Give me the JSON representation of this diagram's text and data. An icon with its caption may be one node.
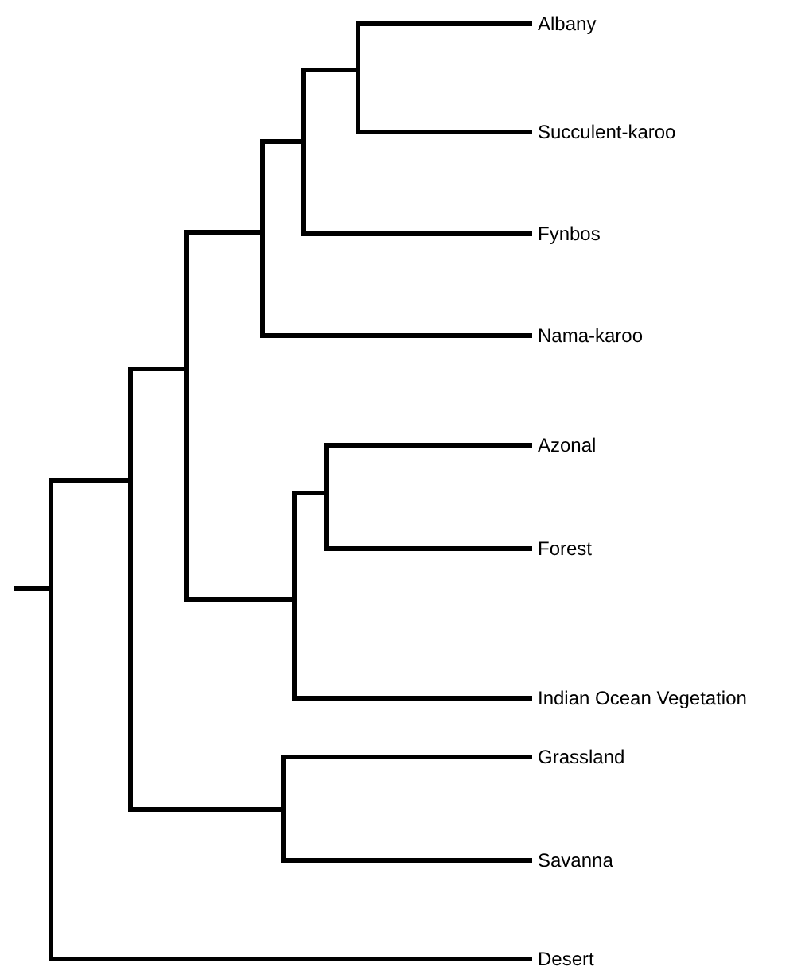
{
  "diagram": {
    "labels": [
      "Albany",
      "Succulent-karoo",
      "Fynbos",
      "Nama-karoo",
      "Azonal",
      "Forest",
      "Indian Ocean Vegetation",
      "Grassland",
      "Savanna",
      "Desert"
    ]
  }
}
